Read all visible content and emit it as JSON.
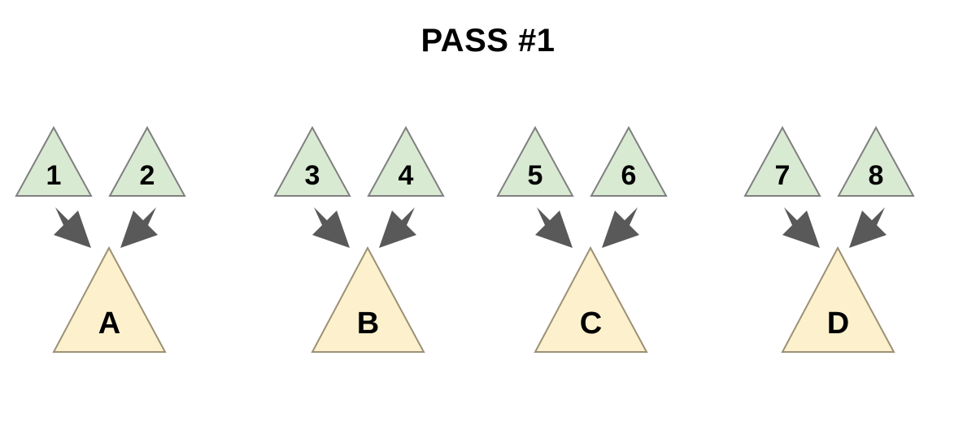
{
  "title": "PASS #1",
  "colors": {
    "background": "#ffffff",
    "source_fill": "#d9ead3",
    "source_stroke": "#808080",
    "target_fill": "#fcf0cd",
    "target_stroke": "#9c9176",
    "arrow": "#595959",
    "text": "#000000"
  },
  "diagram": {
    "type": "merge-pass",
    "groups": [
      {
        "id": "group-1",
        "sources": [
          {
            "label": "1",
            "shape": "triangle",
            "fill": "#d9ead3"
          },
          {
            "label": "2",
            "shape": "triangle",
            "fill": "#d9ead3"
          }
        ],
        "target": {
          "label": "A",
          "shape": "triangle",
          "fill": "#fcf0cd"
        },
        "arrows": [
          {
            "from": "1",
            "to": "A",
            "direction": "down-right"
          },
          {
            "from": "2",
            "to": "A",
            "direction": "down-left"
          }
        ]
      },
      {
        "id": "group-2",
        "sources": [
          {
            "label": "3",
            "shape": "triangle",
            "fill": "#d9ead3"
          },
          {
            "label": "4",
            "shape": "triangle",
            "fill": "#d9ead3"
          }
        ],
        "target": {
          "label": "B",
          "shape": "triangle",
          "fill": "#fcf0cd"
        },
        "arrows": [
          {
            "from": "3",
            "to": "B",
            "direction": "down-right"
          },
          {
            "from": "4",
            "to": "B",
            "direction": "down-left"
          }
        ]
      },
      {
        "id": "group-3",
        "sources": [
          {
            "label": "5",
            "shape": "triangle",
            "fill": "#d9ead3"
          },
          {
            "label": "6",
            "shape": "triangle",
            "fill": "#d9ead3"
          }
        ],
        "target": {
          "label": "C",
          "shape": "triangle",
          "fill": "#fcf0cd"
        },
        "arrows": [
          {
            "from": "5",
            "to": "C",
            "direction": "down-right"
          },
          {
            "from": "6",
            "to": "C",
            "direction": "down-left"
          }
        ]
      },
      {
        "id": "group-4",
        "sources": [
          {
            "label": "7",
            "shape": "triangle",
            "fill": "#d9ead3"
          },
          {
            "label": "8",
            "shape": "triangle",
            "fill": "#d9ead3"
          }
        ],
        "target": {
          "label": "D",
          "shape": "triangle",
          "fill": "#fcf0cd"
        },
        "arrows": [
          {
            "from": "7",
            "to": "D",
            "direction": "down-right"
          },
          {
            "from": "8",
            "to": "D",
            "direction": "down-left"
          }
        ]
      }
    ]
  }
}
